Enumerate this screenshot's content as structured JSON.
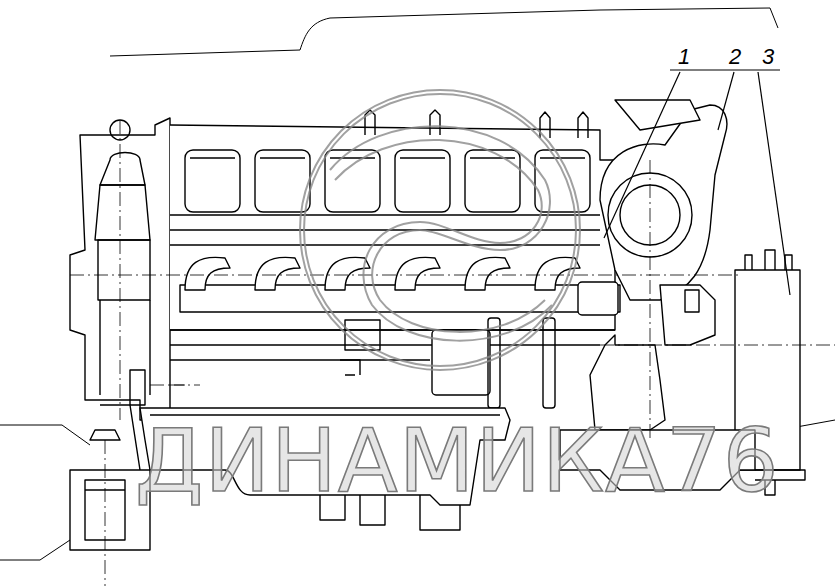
{
  "diagram": {
    "labels": [
      "1",
      "2",
      "3",
      "ДИНАМИКА76"
    ]
  }
}
